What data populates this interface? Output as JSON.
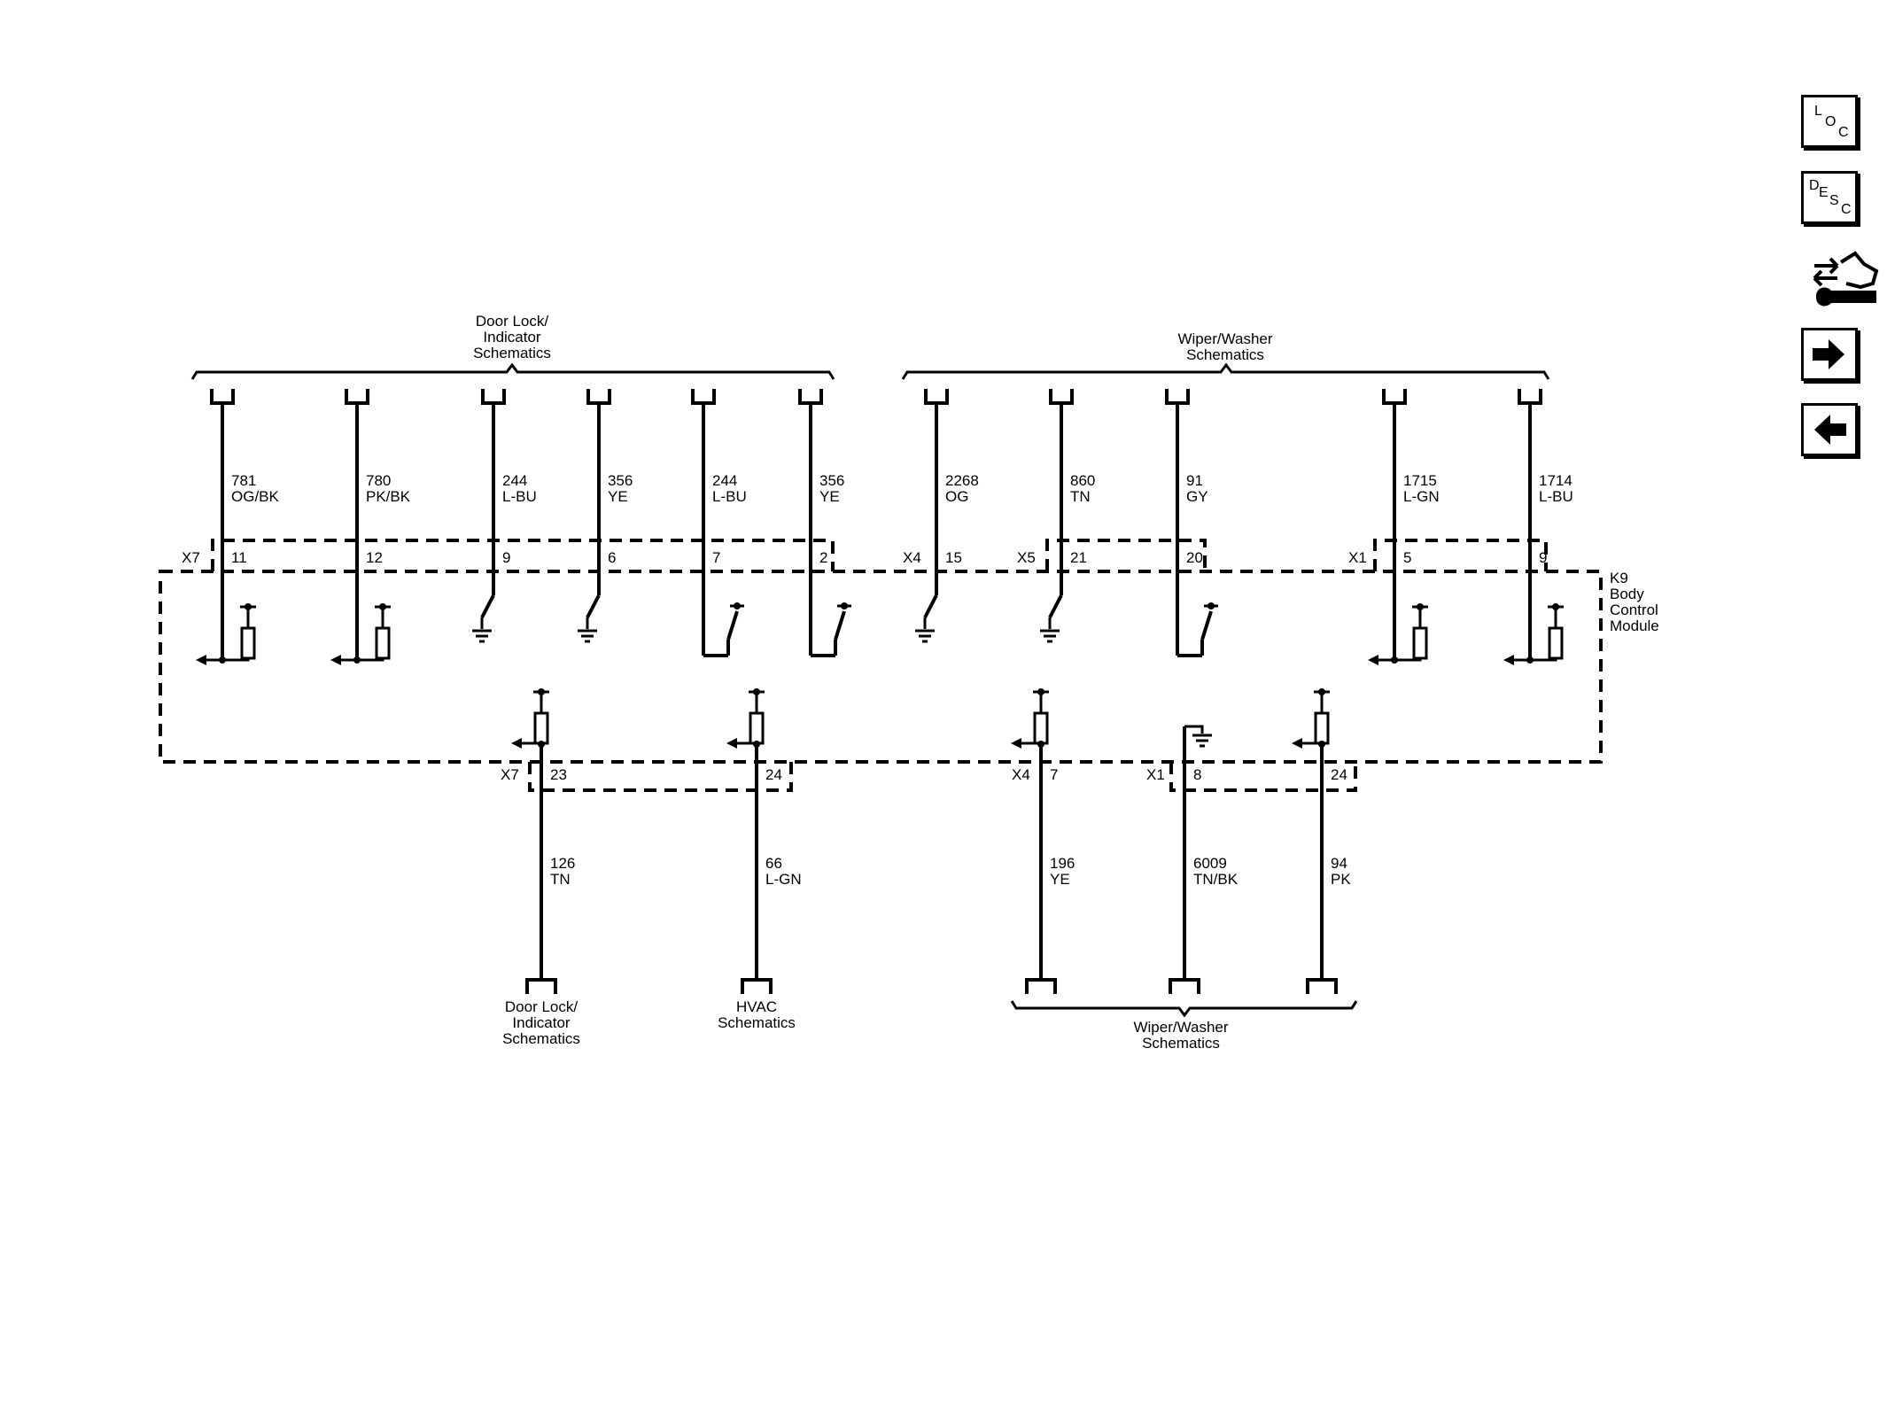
{
  "module": {
    "id": "K9",
    "name": [
      "Body",
      "Control",
      "Module"
    ]
  },
  "destinations": {
    "top_left": [
      "Door Lock/",
      "Indicator",
      "Schematics"
    ],
    "top_right": [
      "Wiper/Washer",
      "Schematics"
    ],
    "bottom_door": [
      "Door Lock/",
      "Indicator",
      "Schematics"
    ],
    "bottom_hvac": [
      "HVAC",
      "Schematics"
    ],
    "bottom_wiper": [
      "Wiper/Washer",
      "Schematics"
    ]
  },
  "connectors_top": [
    {
      "label": "X7",
      "pin": ""
    },
    {
      "label": "X4",
      "pin": ""
    },
    {
      "label": "X5",
      "pin": ""
    },
    {
      "label": "X1",
      "pin": ""
    }
  ],
  "top_circuits": [
    {
      "circuit": "781",
      "color": "OG/BK",
      "pin": "11",
      "internal": "pullup"
    },
    {
      "circuit": "780",
      "color": "PK/BK",
      "pin": "12",
      "internal": "pullup"
    },
    {
      "circuit": "244",
      "color": "L-BU",
      "pin": "9",
      "internal": "switch-ground"
    },
    {
      "circuit": "356",
      "color": "YE",
      "pin": "6",
      "internal": "switch-ground"
    },
    {
      "circuit": "244",
      "color": "L-BU",
      "pin": "7",
      "internal": "switch-high"
    },
    {
      "circuit": "356",
      "color": "YE",
      "pin": "2",
      "internal": "switch-high"
    },
    {
      "circuit": "2268",
      "color": "OG",
      "pin": "15",
      "internal": "switch-ground"
    },
    {
      "circuit": "860",
      "color": "TN",
      "pin": "21",
      "internal": "switch-ground"
    },
    {
      "circuit": "91",
      "color": "GY",
      "pin": "20",
      "internal": "switch-high"
    },
    {
      "circuit": "1715",
      "color": "L-GN",
      "pin": "5",
      "internal": "pullup"
    },
    {
      "circuit": "1714",
      "color": "L-BU",
      "pin": "9",
      "internal": "pullup"
    }
  ],
  "connectors_bottom": [
    {
      "label": "X7"
    },
    {
      "label": "X4"
    },
    {
      "label": "X1"
    }
  ],
  "bottom_circuits": [
    {
      "circuit": "126",
      "color": "TN",
      "pin": "23",
      "internal": "pullup"
    },
    {
      "circuit": "66",
      "color": "L-GN",
      "pin": "24",
      "internal": "pullup"
    },
    {
      "circuit": "196",
      "color": "YE",
      "pin": "7",
      "internal": "pullup"
    },
    {
      "circuit": "6009",
      "color": "TN/BK",
      "pin": "8",
      "internal": "ground"
    },
    {
      "circuit": "94",
      "color": "PK",
      "pin": "24",
      "internal": "pullup"
    }
  ],
  "side_buttons": {
    "loc": [
      "L",
      "O",
      "C"
    ],
    "desc": [
      "D",
      "E",
      "S",
      "C"
    ],
    "tools_icon": "connector-wrench-icon",
    "next_icon": "arrow-right-icon",
    "prev_icon": "arrow-left-icon"
  }
}
